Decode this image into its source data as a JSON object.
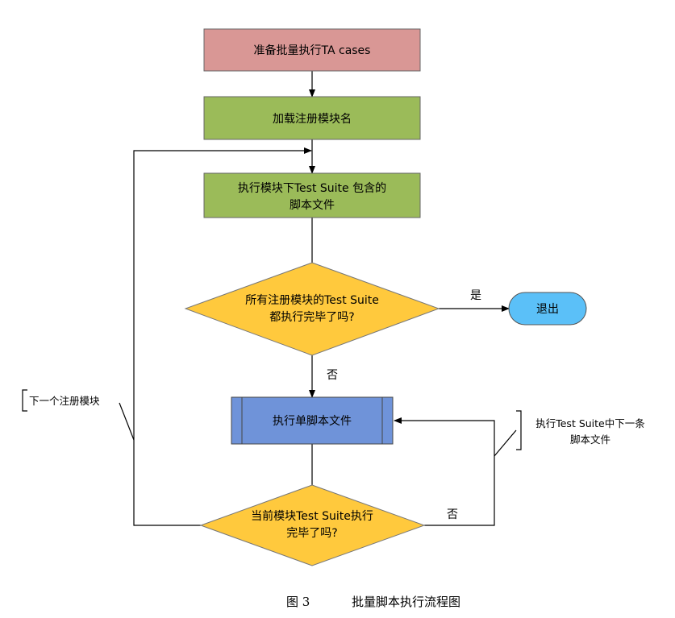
{
  "nodes": {
    "start": {
      "text": "准备批量执行TA cases",
      "fill": "#d99795"
    },
    "load": {
      "text": "加载注册模块名",
      "fill": "#9bbb59"
    },
    "exec_suite": {
      "line1": "执行模块下Test Suite 包含的",
      "line2": "脚本文件",
      "fill": "#9bbb59"
    },
    "all_done": {
      "line1": "所有注册模块的Test Suite",
      "line2": "都执行完毕了吗?",
      "fill": "#ffc93d"
    },
    "exit": {
      "text": "退出",
      "fill": "#5bc0f8"
    },
    "exec_single": {
      "text": "执行单脚本文件",
      "fill": "#6f93d9"
    },
    "cur_done": {
      "line1": "当前模块Test Suite执行",
      "line2": "完毕了吗?",
      "fill": "#ffc93d"
    }
  },
  "edges": {
    "yes": "是",
    "no1": "否",
    "no2": "否"
  },
  "annotations": {
    "next_module": "下一个注册模块",
    "next_script_line1": "执行Test Suite中下一条",
    "next_script_line2": "脚本文件"
  },
  "caption": {
    "figure": "图 3",
    "title": "批量脚本执行流程图"
  }
}
